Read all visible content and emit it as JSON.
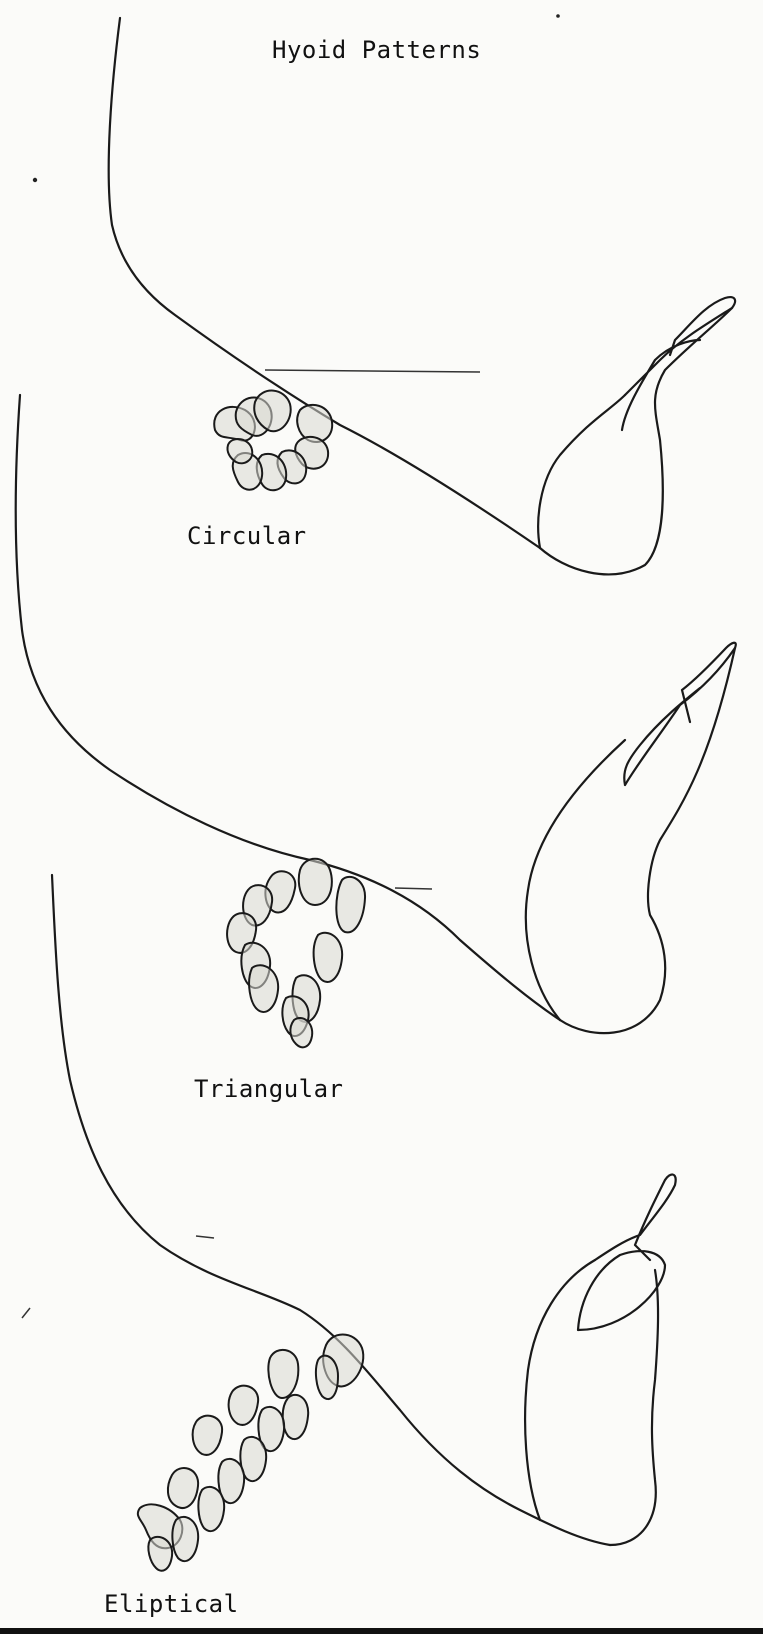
{
  "title": "Hyoid Patterns",
  "patterns": [
    {
      "label": "Circular"
    },
    {
      "label": "Triangular"
    },
    {
      "label": "Eliptical"
    }
  ]
}
